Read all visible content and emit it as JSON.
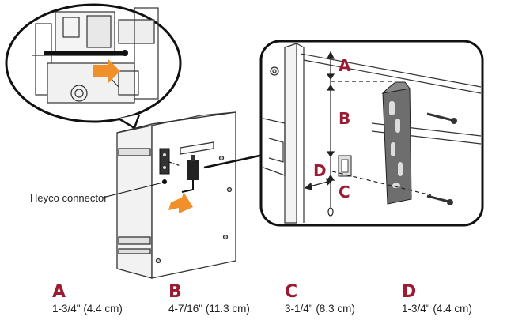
{
  "callouts": {
    "connector_label": "Heyco connector"
  },
  "dimension_labels": {
    "a": "A",
    "b": "B",
    "c": "C",
    "d": "D"
  },
  "legend": [
    {
      "letter": "A",
      "value": "1-3/4\" (4.4 cm)"
    },
    {
      "letter": "B",
      "value": "4-7/16\" (11.3 cm)"
    },
    {
      "letter": "C",
      "value": "3-1/4\" (8.3 cm)"
    },
    {
      "letter": "D",
      "value": "1-3/4\" (4.4 cm)"
    }
  ],
  "colors": {
    "accent_red": "#9b1b30",
    "arrow_orange": "#f0902a",
    "line": "#222222",
    "bracket_gray": "#6e6e6e"
  }
}
